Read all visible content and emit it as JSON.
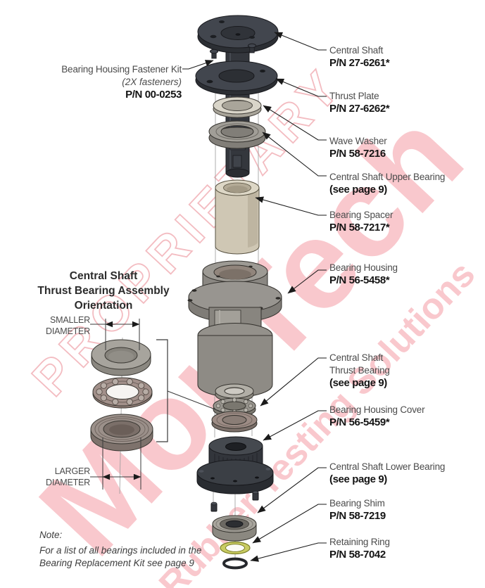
{
  "watermark": {
    "line1": "PROPRIETARY",
    "line2": "MonTech",
    "line3": "Rubber Testing Solutions",
    "color": "#e8192c"
  },
  "fastener_kit": {
    "name": "Bearing Housing Fastener Kit",
    "qty": "(2X fasteners)",
    "pn": "P/N 00-0253"
  },
  "callouts": [
    {
      "id": "central-shaft",
      "line1": "Central Shaft",
      "pn": "P/N 27-6261*"
    },
    {
      "id": "thrust-plate",
      "line1": "Thrust Plate",
      "pn": "P/N 27-6262*"
    },
    {
      "id": "wave-washer",
      "line1": "Wave Washer",
      "pn": "P/N 58-7216"
    },
    {
      "id": "upper-bearing",
      "line1": "Central Shaft Upper Bearing",
      "pn": "(see page 9)"
    },
    {
      "id": "bearing-spacer",
      "line1": "Bearing Spacer",
      "pn": "P/N 58-7217*"
    },
    {
      "id": "bearing-housing",
      "line1": "Bearing Housing",
      "pn": "P/N 56-5458*"
    },
    {
      "id": "thrust-bearing",
      "line1": "Central Shaft",
      "line2": "Thrust Bearing",
      "pn": "(see page 9)"
    },
    {
      "id": "housing-cover",
      "line1": "Bearing Housing Cover",
      "pn": "P/N 56-5459*"
    },
    {
      "id": "lower-bearing",
      "line1": "Central Shaft Lower Bearing",
      "pn": "(see page 9)"
    },
    {
      "id": "bearing-shim",
      "line1": "Bearing Shim",
      "pn": "P/N 58-7219"
    },
    {
      "id": "retaining-ring",
      "line1": "Retaining Ring",
      "pn": "P/N 58-7042"
    }
  ],
  "orientation": {
    "title_line1": "Central Shaft",
    "title_line2": "Thrust Bearing Assembly",
    "title_line3": "Orientation",
    "smaller_line1": "SMALLER",
    "smaller_line2": "DIAMETER",
    "larger_line1": "LARGER",
    "larger_line2": "DIAMETER"
  },
  "note": {
    "label": "Note:",
    "line1": "For a list of all bearings included in the",
    "line2": "Bearing Replacement Kit see page 9"
  }
}
